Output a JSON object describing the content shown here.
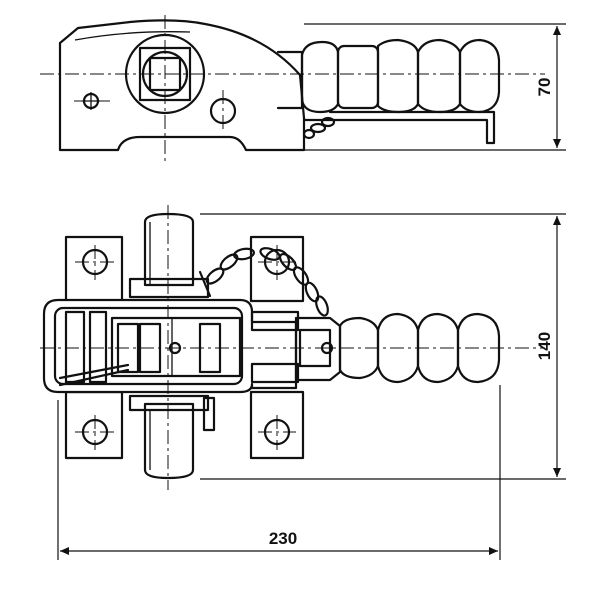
{
  "dimensions": {
    "height_top": "70",
    "height_bottom": "140",
    "width_bottom": "230"
  }
}
